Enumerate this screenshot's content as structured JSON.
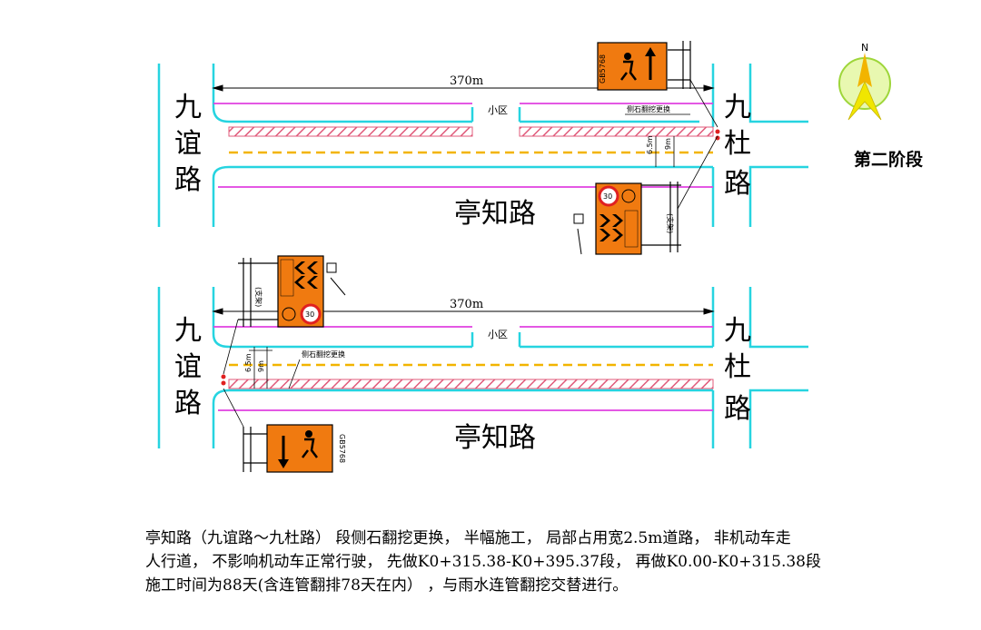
{
  "stage_label": "第二阶段",
  "compass_label": "N",
  "top_section": {
    "left_road": [
      "九",
      "谊",
      "路"
    ],
    "right_road": [
      "九",
      "杜",
      "路"
    ],
    "main_road": "亭知路",
    "length": "370m",
    "district": "小区",
    "annotation": "侧石翻挖更换",
    "small_dim_1": "6.5m",
    "small_dim_2": "9m",
    "sign_text": "(支架)",
    "speed": "30"
  },
  "bottom_section": {
    "left_road": [
      "九",
      "谊",
      "路"
    ],
    "right_road": [
      "九",
      "杜",
      "路"
    ],
    "main_road": "亭知路",
    "length": "370m",
    "district": "小区",
    "annotation": "侧石翻挖更换",
    "small_dim_1": "6.5m",
    "small_dim_2": "9m",
    "sign_text": "(支架)",
    "speed": "30"
  },
  "description": [
    "亭知路（九谊路～九杜路） 段侧石翻挖更换， 半幅施工， 局部占用宽2.5m道路， 非机动车走",
    "人行道， 不影响机动车正常行驶， 先做K0+315.38-K0+395.37段， 再做K0.00-K0+315.38段",
    "施工时间为88天(含连管翻排78天在内） ，与雨水连管翻挖交替进行。"
  ],
  "colors": {
    "cyan": "#26d4e0",
    "magenta": "#e040e0",
    "hatch": "#e05a7a",
    "yellow": "#f2b400",
    "sign_orange": "#f07a10",
    "sign_red": "#e02020"
  }
}
